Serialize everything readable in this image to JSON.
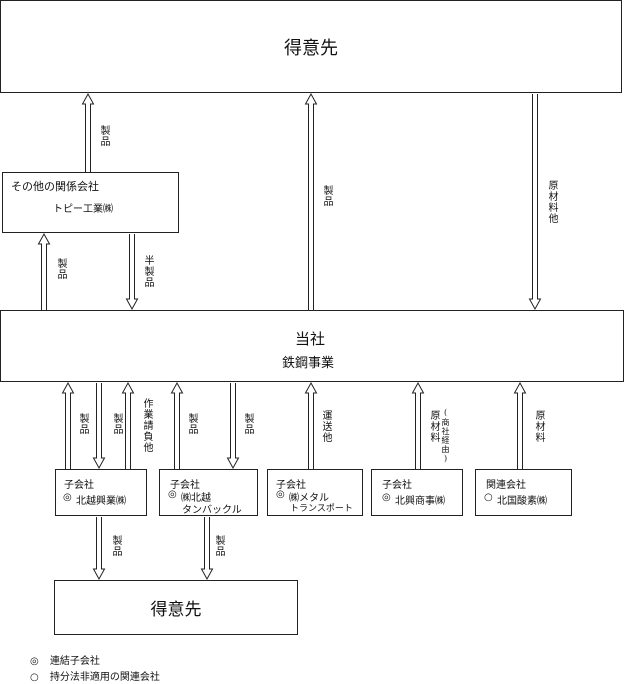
{
  "top_customer": {
    "label": "得意先"
  },
  "bottom_customer": {
    "label": "得意先"
  },
  "related_other": {
    "category": "その他の関係会社",
    "name": "トピー工業㈱"
  },
  "company": {
    "title": "当社",
    "segment": "鉄鋼事業"
  },
  "subsidiaries": [
    {
      "category": "子会社",
      "marker": "◎",
      "name": "北越興業㈱",
      "name2": ""
    },
    {
      "category": "子会社",
      "marker": "◎",
      "name": "㈱北越",
      "name2": "タンバックル"
    },
    {
      "category": "子会社",
      "marker": "◎",
      "name": "㈱メタル",
      "name2": "トランスポート"
    },
    {
      "category": "子会社",
      "marker": "◎",
      "name": "北興商事㈱",
      "name2": ""
    },
    {
      "category": "関連会社",
      "marker": "○",
      "name": "北国酸素㈱",
      "name2": ""
    }
  ],
  "flow_labels": {
    "top_to_related": "製品",
    "company_to_top": "製品",
    "company_raw": "原材料他",
    "related_to_company": "製品",
    "company_to_related": "半製品",
    "sub1_up": "製品",
    "sub1_down": "製品",
    "sub1_work": "作業請負他",
    "sub2_up": "製品",
    "sub2_down": "製品",
    "sub3_up": "運送他",
    "sub4_up": "原材料",
    "sub4_note": "(商社経由)",
    "sub5_up": "原材料",
    "sub1_to_customer": "製品",
    "sub2_to_customer": "製品"
  },
  "legend": [
    {
      "symbol": "◎",
      "text": "連結子会社"
    },
    {
      "symbol": "○",
      "text": "持分法非適用の関連会社"
    }
  ]
}
